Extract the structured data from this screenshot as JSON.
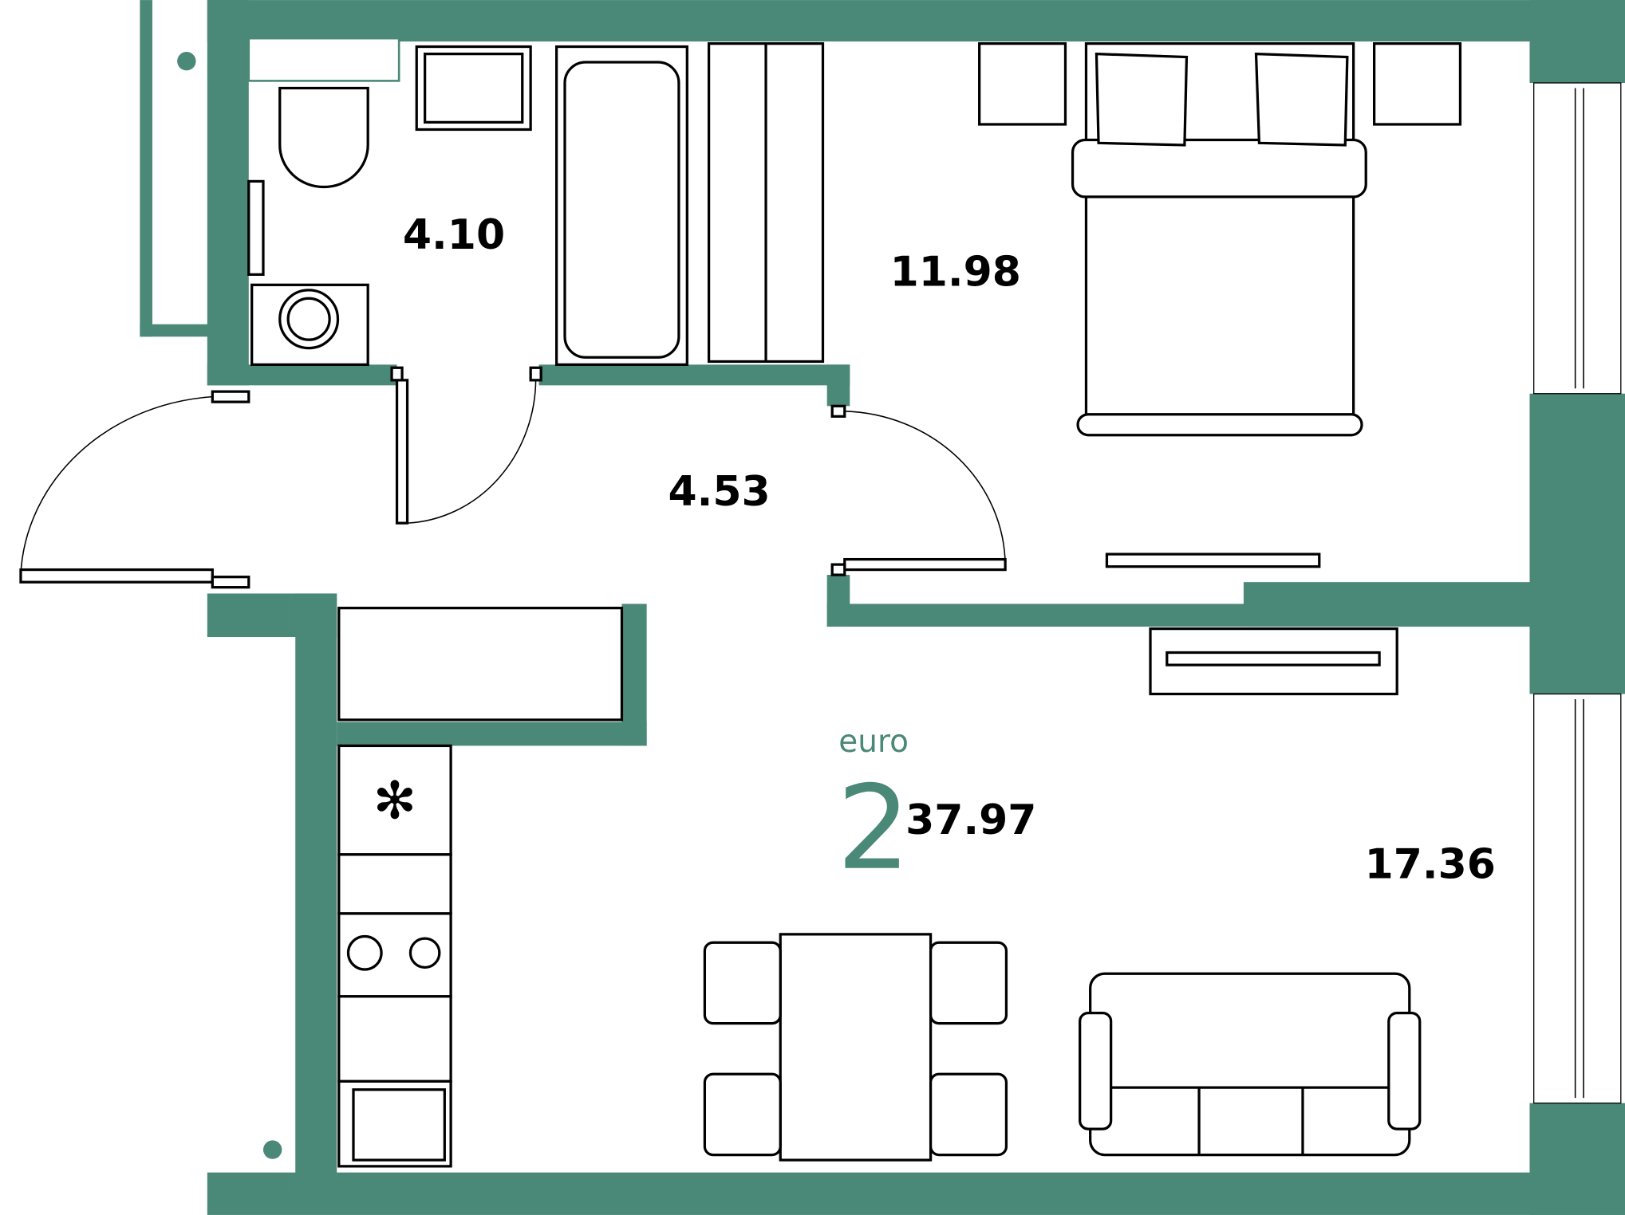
{
  "plan": {
    "colors": {
      "wall": "#4a8877",
      "accent": "#4a8877",
      "line": "#000000"
    },
    "type_label": "euro",
    "rooms_count": "2",
    "total_area": "37.97",
    "rooms": [
      {
        "name": "bathroom",
        "area": "4.10"
      },
      {
        "name": "bedroom",
        "area": "11.98"
      },
      {
        "name": "hallway",
        "area": "4.53"
      },
      {
        "name": "living-kitchen",
        "area": "17.36"
      }
    ]
  }
}
